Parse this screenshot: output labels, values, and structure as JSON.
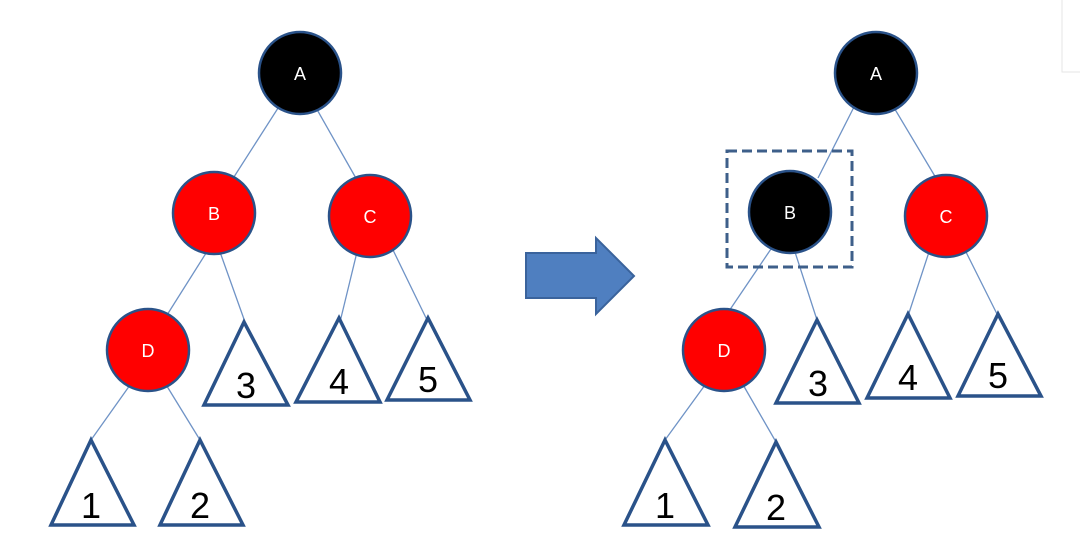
{
  "colors": {
    "black_node": "#000000",
    "red_node": "#ff0000",
    "node_outline": "#2a5289",
    "edge": "#6f93c6",
    "arrow": "#4f7fc0"
  },
  "before": {
    "nodes": {
      "A": {
        "label": "A",
        "color": "black"
      },
      "B": {
        "label": "B",
        "color": "red"
      },
      "C": {
        "label": "C",
        "color": "red"
      },
      "D": {
        "label": "D",
        "color": "red"
      }
    },
    "subtrees": {
      "s1": "1",
      "s2": "2",
      "s3": "3",
      "s4": "4",
      "s5": "5"
    }
  },
  "after": {
    "nodes": {
      "A": {
        "label": "A",
        "color": "black"
      },
      "B": {
        "label": "B",
        "color": "black"
      },
      "C": {
        "label": "C",
        "color": "red"
      },
      "D": {
        "label": "D",
        "color": "red"
      }
    },
    "subtrees": {
      "s1": "1",
      "s2": "2",
      "s3": "3",
      "s4": "4",
      "s5": "5"
    },
    "highlighted_node": "B"
  },
  "arrow_icon": "right-arrow-icon"
}
